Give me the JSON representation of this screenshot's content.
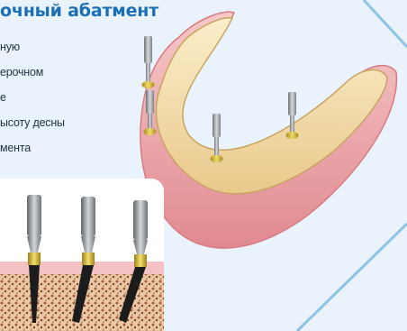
{
  "title": "очный абатмент",
  "text_lines": [
    "ную",
    "ерочном",
    "е",
    "ысоту десны",
    "мента"
  ],
  "illustrations": {
    "jaw": "jaw-model-with-four-implants",
    "cross_section": "implants-in-bone-cross-section"
  },
  "colors": {
    "title": "#1b6fb5",
    "text": "#223344",
    "accent_line": "#8fc3e6",
    "gum": "#f2b7b9",
    "gum_dark": "#e58e93",
    "bone": "#f5deb0",
    "metal": "#9ea3a8",
    "gold": "#d4b43a"
  }
}
